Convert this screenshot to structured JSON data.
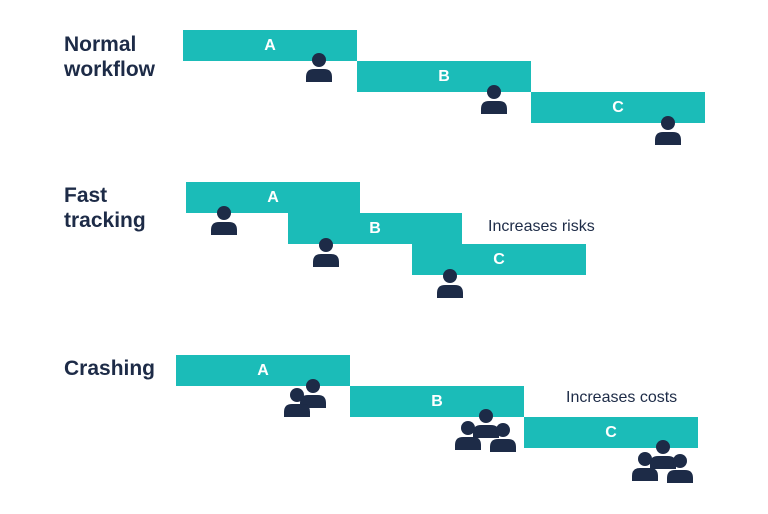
{
  "sections": [
    {
      "title": "Normal\nworkflow",
      "tasks": [
        {
          "label": "A",
          "people": 1
        },
        {
          "label": "B",
          "people": 1
        },
        {
          "label": "C",
          "people": 1
        }
      ]
    },
    {
      "title": "Fast\ntracking",
      "note": "Increases risks",
      "tasks": [
        {
          "label": "A",
          "people": 1
        },
        {
          "label": "B",
          "people": 1
        },
        {
          "label": "C",
          "people": 1
        }
      ]
    },
    {
      "title": "Crashing",
      "note": "Increases costs",
      "tasks": [
        {
          "label": "A",
          "people": 2
        },
        {
          "label": "B",
          "people": 3
        },
        {
          "label": "C",
          "people": 3
        }
      ]
    }
  ],
  "colors": {
    "bar": "#1bbcb8",
    "text": "#1d2b47",
    "person": "#1d2b47"
  },
  "icon": "person-icon"
}
